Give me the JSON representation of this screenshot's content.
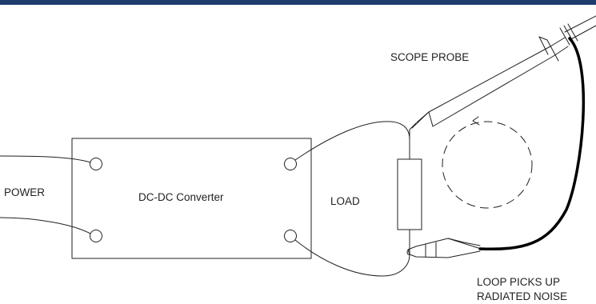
{
  "labels": {
    "power": "POWER",
    "converter": "DC-DC Converter",
    "load": "LOAD",
    "scope_probe": "SCOPE PROBE",
    "note_line1": "LOOP PICKS UP",
    "note_line2": "RADIATED NOISE"
  },
  "colors": {
    "header_bar": "#1f3b6e",
    "line": "#231f20",
    "ground_lead": "#000000"
  }
}
